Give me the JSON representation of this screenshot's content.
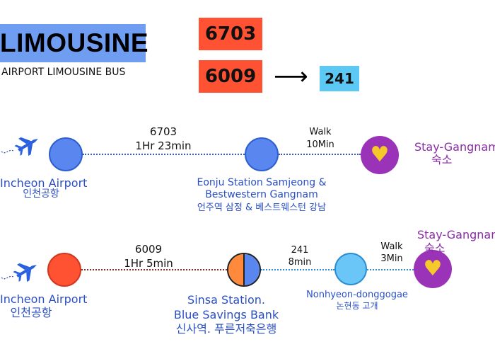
{
  "header": {
    "title": "LIMOUSINE",
    "subtitle": "AIRPORT LIMOUSINE BUS",
    "bus_a": "6703",
    "bus_b": "6009",
    "arrow": "⟶",
    "bus_transfer": "241"
  },
  "route1": {
    "origin_en": "Incheon  Airport",
    "origin_ko": "인천공항",
    "segment1_bus": "6703",
    "segment1_time": "1Hr 23min",
    "stop_en_line1": "Eonju Station Samjeong &",
    "stop_en_line2": "Bestwestern Gangnam",
    "stop_ko": "언주역 삼정 & 베스트웨스턴 강남",
    "segment2_mode": "Walk",
    "segment2_time": "10Min",
    "dest_en": "Stay-Gangnam",
    "dest_ko": "숙소"
  },
  "route2": {
    "origin_en": "Incheon  Airport",
    "origin_ko": "인천공항",
    "segment1_bus": "6009",
    "segment1_time": "1Hr 5min",
    "stop1_en_line1": "Sinsa Station.",
    "stop1_en_line2": "Blue Savings Bank",
    "stop1_ko": "신사역. 푸른저축은행",
    "segment2_bus": "241",
    "segment2_time": "8min",
    "stop2_en": "Nonhyeon-donggogae",
    "stop2_ko": "논현동 고개",
    "segment3_mode": "Walk",
    "segment3_time": "3Min",
    "dest_en": "Stay-Gangnam",
    "dest_ko": "숙소"
  },
  "icons": {
    "plane": "airplane-icon",
    "heart": "heart-icon"
  },
  "colors": {
    "title_bg": "#6f9df2",
    "bus_red": "#ff5233",
    "bus_blue": "#5cc9f5",
    "stop_blue": "#5a86f0",
    "dest_purple": "#9b33b8",
    "heart_yellow": "#f5c92a"
  }
}
